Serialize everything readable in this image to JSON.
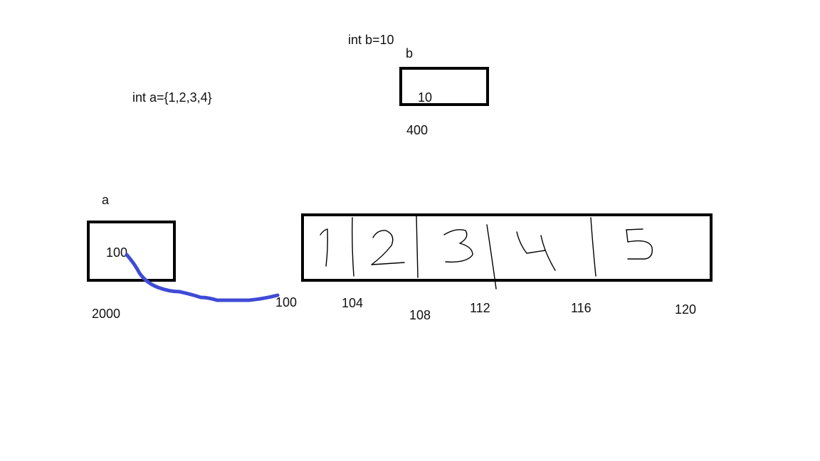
{
  "declarations": {
    "a_decl": "int a={1,2,3,4}",
    "b_decl": "int b=10"
  },
  "variable_b": {
    "name": "b",
    "value": "10",
    "address": "400"
  },
  "variable_a": {
    "name": "a",
    "value": "100",
    "address": "2000"
  },
  "array": {
    "start_address": "100",
    "cells": [
      "1",
      "2",
      "3",
      "4",
      "5"
    ],
    "addresses": [
      "104",
      "108",
      "112",
      "116",
      "120"
    ]
  },
  "colors": {
    "stroke": "#000000",
    "pointer_arrow": "#3f4bd6"
  }
}
